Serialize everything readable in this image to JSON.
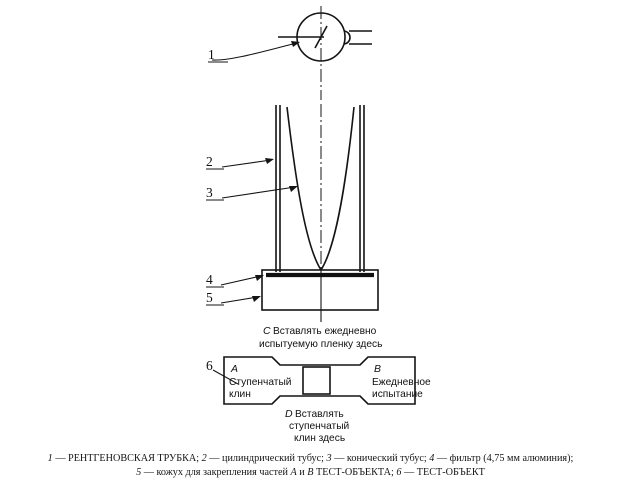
{
  "figure": {
    "title_visible": false,
    "callouts": [
      {
        "id": "1",
        "label": "1",
        "target": "x-ray-tube"
      },
      {
        "id": "2",
        "label": "2",
        "target": "cylindrical-tube"
      },
      {
        "id": "3",
        "label": "3",
        "target": "conical-tube"
      },
      {
        "id": "4",
        "label": "4",
        "target": "filter"
      },
      {
        "id": "5",
        "label": "5",
        "target": "housing"
      },
      {
        "id": "6",
        "label": "6",
        "target": "test-object"
      }
    ],
    "test_object": {
      "section_a": {
        "letter": "A",
        "lines": [
          "Ступенчатый",
          "клин"
        ]
      },
      "section_b": {
        "letter": "B",
        "lines": [
          "Ежедневное",
          "испытание"
        ]
      },
      "note_c": {
        "letter": "C",
        "lines": [
          "Вставлять ежедневно",
          "испытуемую пленку здесь"
        ]
      },
      "note_d": {
        "letter": "D",
        "lines": [
          "Вставлять",
          "ступенчатый",
          "клин здесь"
        ]
      }
    },
    "caption": {
      "line1_parts": [
        {
          "italic": true,
          "text": "1"
        },
        {
          "italic": false,
          "text": " — РЕНТГЕНОВСКАЯ ТРУБКА; "
        },
        {
          "italic": true,
          "text": "2"
        },
        {
          "italic": false,
          "text": " — цилиндрический тубус; "
        },
        {
          "italic": true,
          "text": "3"
        },
        {
          "italic": false,
          "text": " — конический тубус; "
        },
        {
          "italic": true,
          "text": "4"
        },
        {
          "italic": false,
          "text": " — фильтр (4,75 мм алюминия);"
        }
      ],
      "line2_parts": [
        {
          "italic": true,
          "text": "5"
        },
        {
          "italic": false,
          "text": " — кожух для закрепления частей "
        },
        {
          "italic": true,
          "text": "A"
        },
        {
          "italic": false,
          "text": " и "
        },
        {
          "italic": true,
          "text": "B"
        },
        {
          "italic": false,
          "text": " ТЕСТ-ОБЪЕКТА; "
        },
        {
          "italic": true,
          "text": "6"
        },
        {
          "italic": false,
          "text": " — ТЕСТ-ОБЪЕКТ"
        }
      ]
    },
    "colors": {
      "stroke": "#141414",
      "background": "#ffffff",
      "text": "#111111"
    }
  }
}
